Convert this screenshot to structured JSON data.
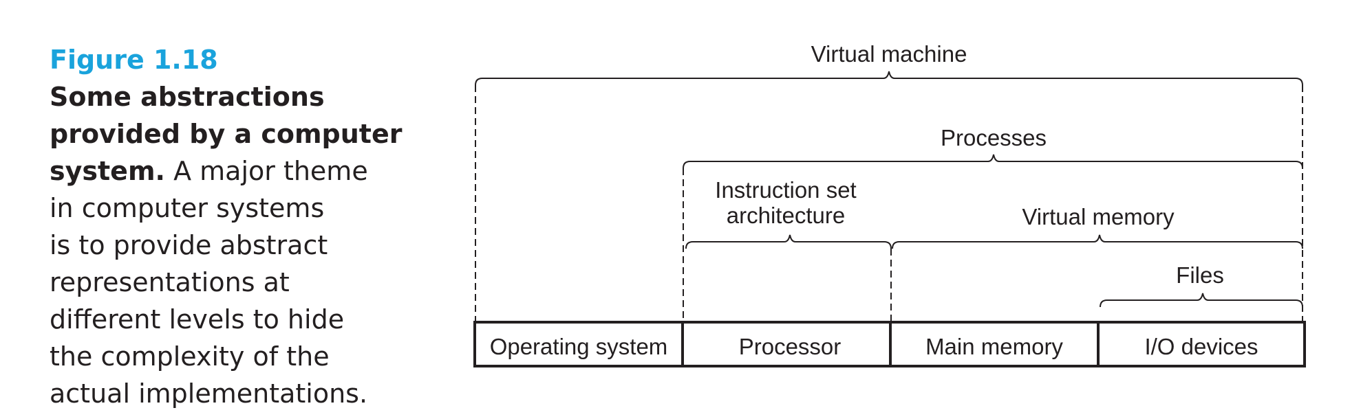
{
  "caption": {
    "figure_label": "Figure 1.18",
    "lines": [
      {
        "bold": "Some abstractions",
        "normal": ""
      },
      {
        "bold": "provided by a computer",
        "normal": ""
      },
      {
        "bold": "system.",
        "normal": " A major theme"
      },
      {
        "bold": "",
        "normal": "in computer systems"
      },
      {
        "bold": "",
        "normal": "is to provide abstract"
      },
      {
        "bold": "",
        "normal": "representations at"
      },
      {
        "bold": "",
        "normal": "different levels to hide"
      },
      {
        "bold": "",
        "normal": "the complexity of the"
      },
      {
        "bold": "",
        "normal": "actual implementations."
      }
    ]
  },
  "diagram": {
    "components": [
      "Operating system",
      "Processor",
      "Main memory",
      "I/O devices"
    ],
    "abstractions": {
      "virtual_machine": "Virtual machine",
      "processes": "Processes",
      "isa_line1": "Instruction set",
      "isa_line2": "architecture",
      "virtual_memory": "Virtual memory",
      "files": "Files"
    },
    "colors": {
      "caption_label": "#1aa3dc",
      "text": "#231f20",
      "lines": "#231f20"
    }
  }
}
